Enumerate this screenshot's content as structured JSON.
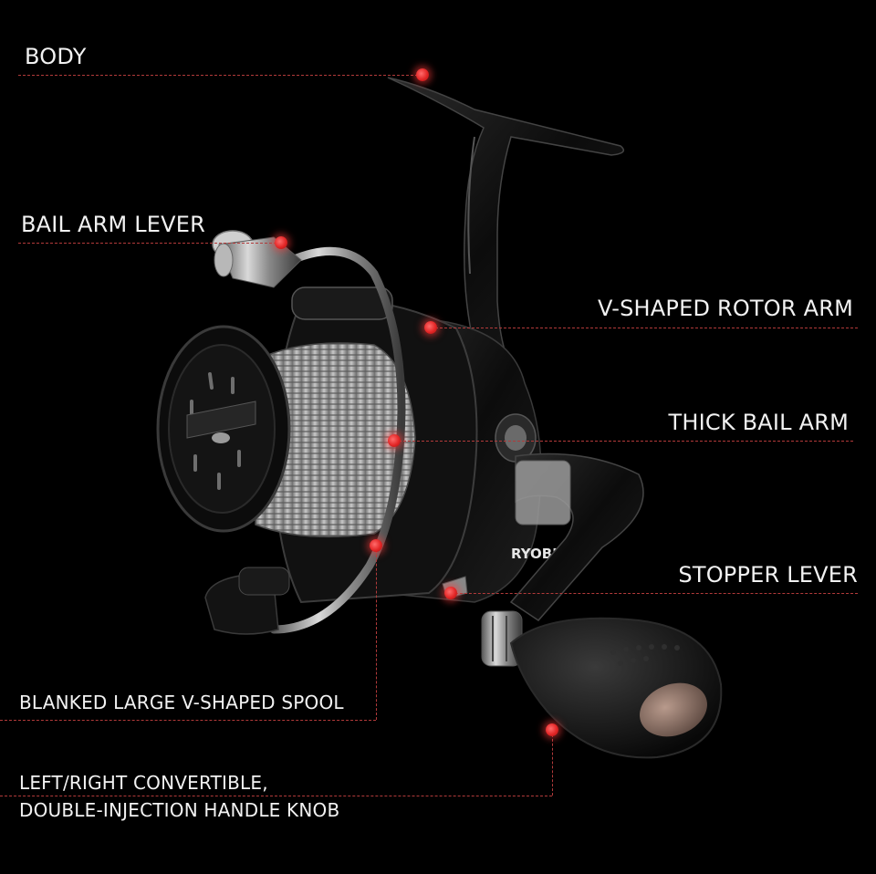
{
  "colors": {
    "background": "#000000",
    "label_text": "#f2f2f2",
    "leader_line": "#b23a3a",
    "callout_dot": "#e32626"
  },
  "product": {
    "brand_mark": "RYOBI"
  },
  "callouts": [
    {
      "id": "body",
      "lines": [
        "BODY"
      ]
    },
    {
      "id": "bail_arm_lever",
      "lines": [
        "BAIL ARM LEVER"
      ]
    },
    {
      "id": "v_shaped_rotor_arm",
      "lines": [
        "V-SHAPED ROTOR ARM"
      ]
    },
    {
      "id": "thick_bail_arm",
      "lines": [
        "THICK BAIL ARM"
      ]
    },
    {
      "id": "stopper_lever",
      "lines": [
        "STOPPER LEVER"
      ]
    },
    {
      "id": "spool",
      "lines": [
        "BLANKED LARGE V-SHAPED SPOOL"
      ]
    },
    {
      "id": "handle_knob",
      "lines": [
        "LEFT/RIGHT CONVERTIBLE,",
        "DOUBLE-INJECTION HANDLE KNOB"
      ]
    }
  ]
}
